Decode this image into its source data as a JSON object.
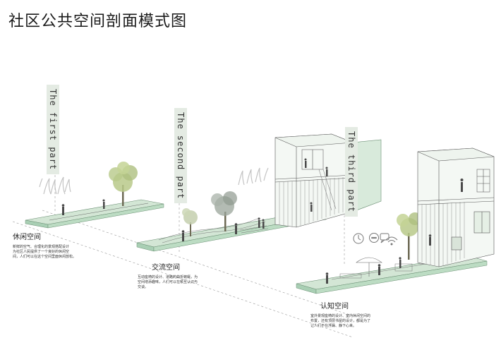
{
  "title": "社区公共空间剖面模式图",
  "parts": [
    {
      "label": "The first part"
    },
    {
      "label": "The second part"
    },
    {
      "label": "The third part"
    }
  ],
  "zones": [
    {
      "title": "休闲空间",
      "description": "新鲜的空气、合理化的景观搭配设计\n为社区人民提供了一个良好的休闲空\n间，人们可以在这个空间里面休闲放松。"
    },
    {
      "title": "交流空间",
      "description": "互动座椅的设计、道路的曲折蜿蜒，为\n空间增添趣味，人们可以在顿互认识与\n交谈。"
    },
    {
      "title": "认知空间",
      "description": "室外景观座椅的设计、室内休闲空间的\n布置，还有顶层书屋的设计，都是为了\n让人们不在浮躁、静下心来。"
    }
  ],
  "colors": {
    "platform_top": "#d3e6d5",
    "platform_side": "#a9cfb4",
    "tree_green": "#b8c98a",
    "tree_sage": "#c4cfae",
    "tree_grey": "#9aa49a",
    "accent_green": "#8fc9a0",
    "line": "#555555"
  },
  "icons": [
    "clock-icon",
    "chat-icon",
    "speech-bubble-icon",
    "wifi-icon"
  ]
}
